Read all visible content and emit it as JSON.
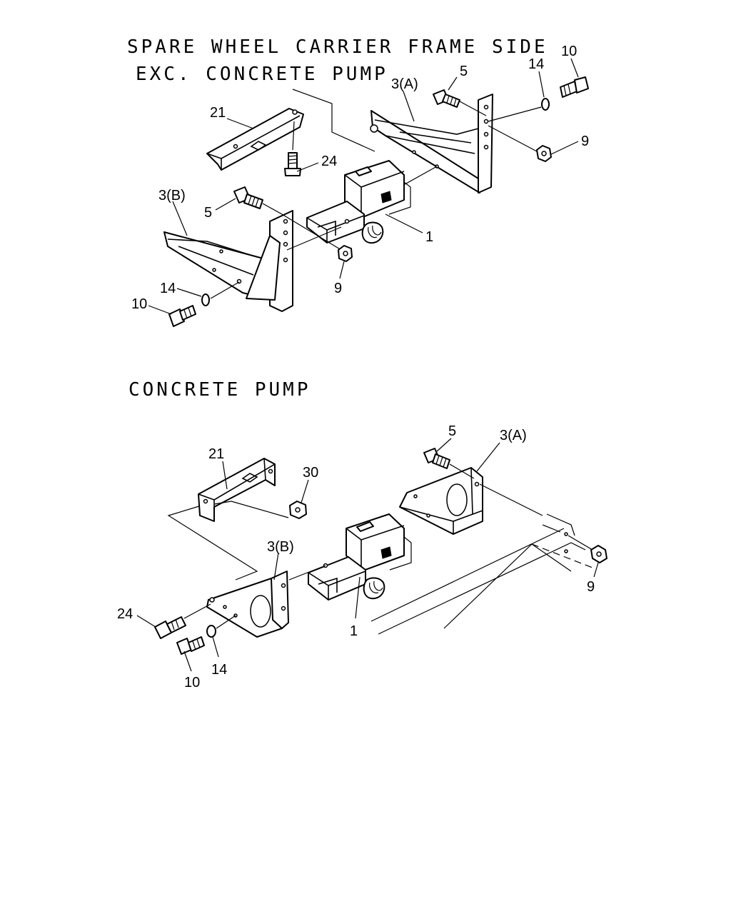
{
  "headings": {
    "top_line1": "SPARE WHEEL CARRIER FRAME SIDE",
    "top_line2": "EXC. CONCRETE PUMP",
    "bottom": "CONCRETE PUMP"
  },
  "top_callouts": {
    "c21": "21",
    "c24": "24",
    "c3a": "3(A)",
    "c5a": "5",
    "c14a": "14",
    "c10a": "10",
    "c9a": "9",
    "c1": "1",
    "c3b": "3(B)",
    "c5b": "5",
    "c9b": "9",
    "c14b": "14",
    "c10b": "10"
  },
  "bottom_callouts": {
    "c21": "21",
    "c30": "30",
    "c5": "5",
    "c3a": "3(A)",
    "c3b": "3(B)",
    "c24": "24",
    "c9": "9",
    "c1": "1",
    "c10": "10",
    "c14": "14"
  }
}
